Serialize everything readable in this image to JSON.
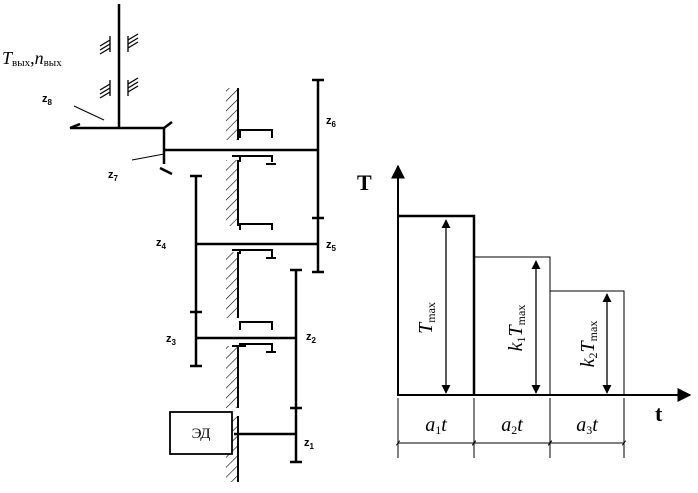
{
  "gearbox": {
    "output": {
      "T": "T",
      "T_sub": "вых",
      "comma": ",",
      "n": "n",
      "n_sub": "вых"
    },
    "motor_label": "ЭД",
    "gears": [
      {
        "z": "z",
        "idx": "1"
      },
      {
        "z": "z",
        "idx": "2"
      },
      {
        "z": "z",
        "idx": "3"
      },
      {
        "z": "z",
        "idx": "4"
      },
      {
        "z": "z",
        "idx": "5"
      },
      {
        "z": "z",
        "idx": "6"
      },
      {
        "z": "z",
        "idx": "7"
      },
      {
        "z": "z",
        "idx": "8"
      }
    ]
  },
  "load_graph": {
    "y_axis_label": "T",
    "x_axis_label": "t",
    "levels": [
      {
        "label_k": "",
        "label_k_sub": "",
        "label_main": "T",
        "label_sub": "max"
      },
      {
        "label_k": "k",
        "label_k_sub": "1",
        "label_main": "T",
        "label_sub": "max"
      },
      {
        "label_k": "k",
        "label_k_sub": "2",
        "label_main": "T",
        "label_sub": "max"
      }
    ],
    "durations": [
      {
        "a": "a",
        "sub": "1",
        "t": "t"
      },
      {
        "a": "a",
        "sub": "2",
        "t": "t"
      },
      {
        "a": "a",
        "sub": "3",
        "t": "t"
      }
    ]
  }
}
